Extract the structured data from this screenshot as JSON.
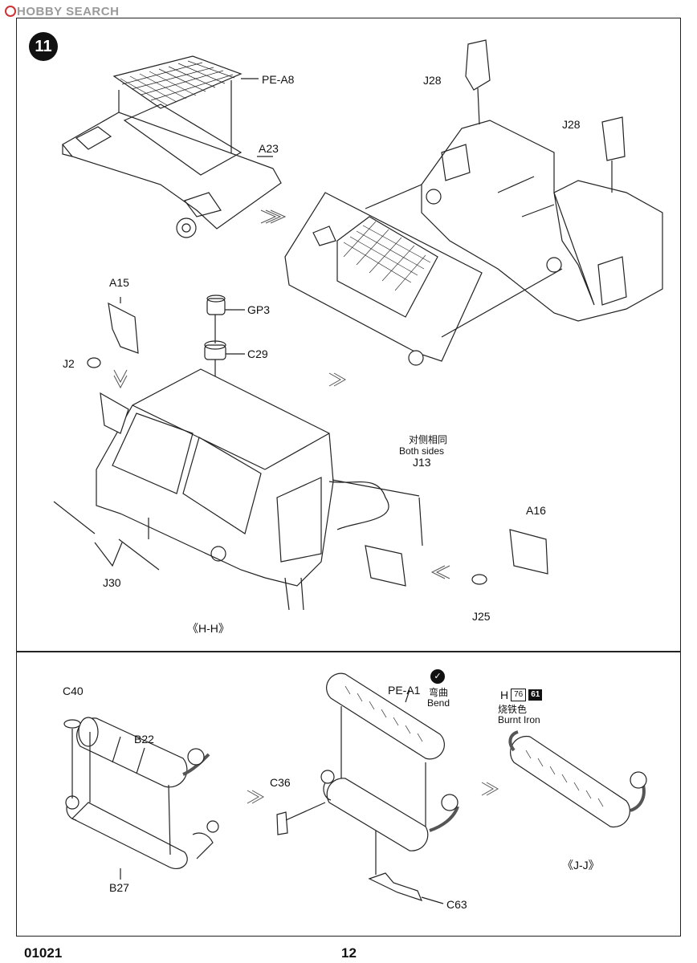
{
  "header": {
    "logo_text": "HOBBY SEARCH"
  },
  "step_number": "11",
  "top_panel": {
    "labels": {
      "pe_a8": "PE-A8",
      "a23": "A23",
      "j28_top": "J28",
      "j28_right": "J28",
      "a15": "A15",
      "gp3": "GP3",
      "c29": "C29",
      "j2": "J2",
      "both_sides_cn": "对侧相同",
      "both_sides_en": "Both sides",
      "j13": "J13",
      "a16": "A16",
      "j30": "J30",
      "j25": "J25",
      "subassembly": "《H-H》"
    }
  },
  "bottom_panel": {
    "labels": {
      "c40": "C40",
      "b22": "B22",
      "b27": "B27",
      "c36": "C36",
      "pe_a1": "PE-A1",
      "bend_cn": "弯曲",
      "bend_en": "Bend",
      "c63": "C63",
      "subassembly": "《J-J》"
    },
    "paint": {
      "prefix": "H",
      "code1": "76",
      "code2": "61",
      "name_cn": "烧铁色",
      "name_en": "Burnt Iron"
    }
  },
  "footer": {
    "product_code": "01021",
    "page_number": "12"
  }
}
